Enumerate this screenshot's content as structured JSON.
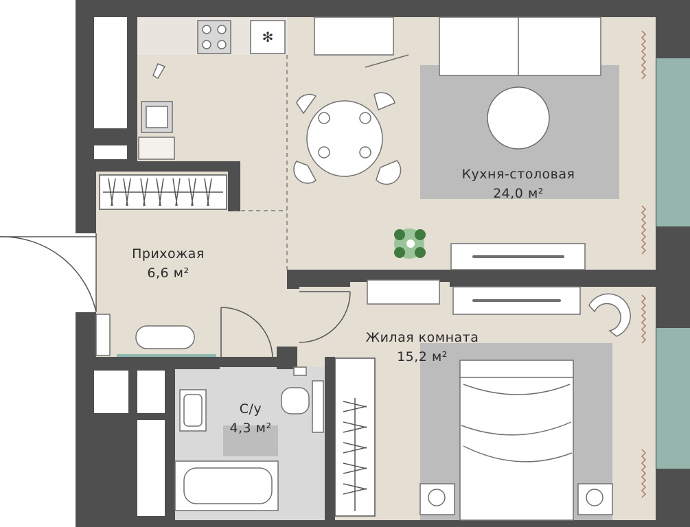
{
  "plan": {
    "colors": {
      "wall": "#4f4f50",
      "floor_warm": "#e4ded3",
      "floor_bath": "#d9d9d9",
      "tile_dark": "#bdbdbd",
      "rug": "#bcbcbc",
      "window_glass": "#96b5ad",
      "furniture_fill": "#ffffff",
      "furniture_stroke": "#707070",
      "plant": "#3f7a3f",
      "door_line": "#555555"
    },
    "rooms": [
      {
        "id": "kitchen",
        "name": "Кухня-столовая",
        "area": "24,0 м²"
      },
      {
        "id": "hall",
        "name": "Прихожая",
        "area": "6,6 м²"
      },
      {
        "id": "living",
        "name": "Жилая комната",
        "area": "15,2 м²"
      },
      {
        "id": "bath",
        "name": "С/у",
        "area": "4,3 м²"
      }
    ]
  }
}
